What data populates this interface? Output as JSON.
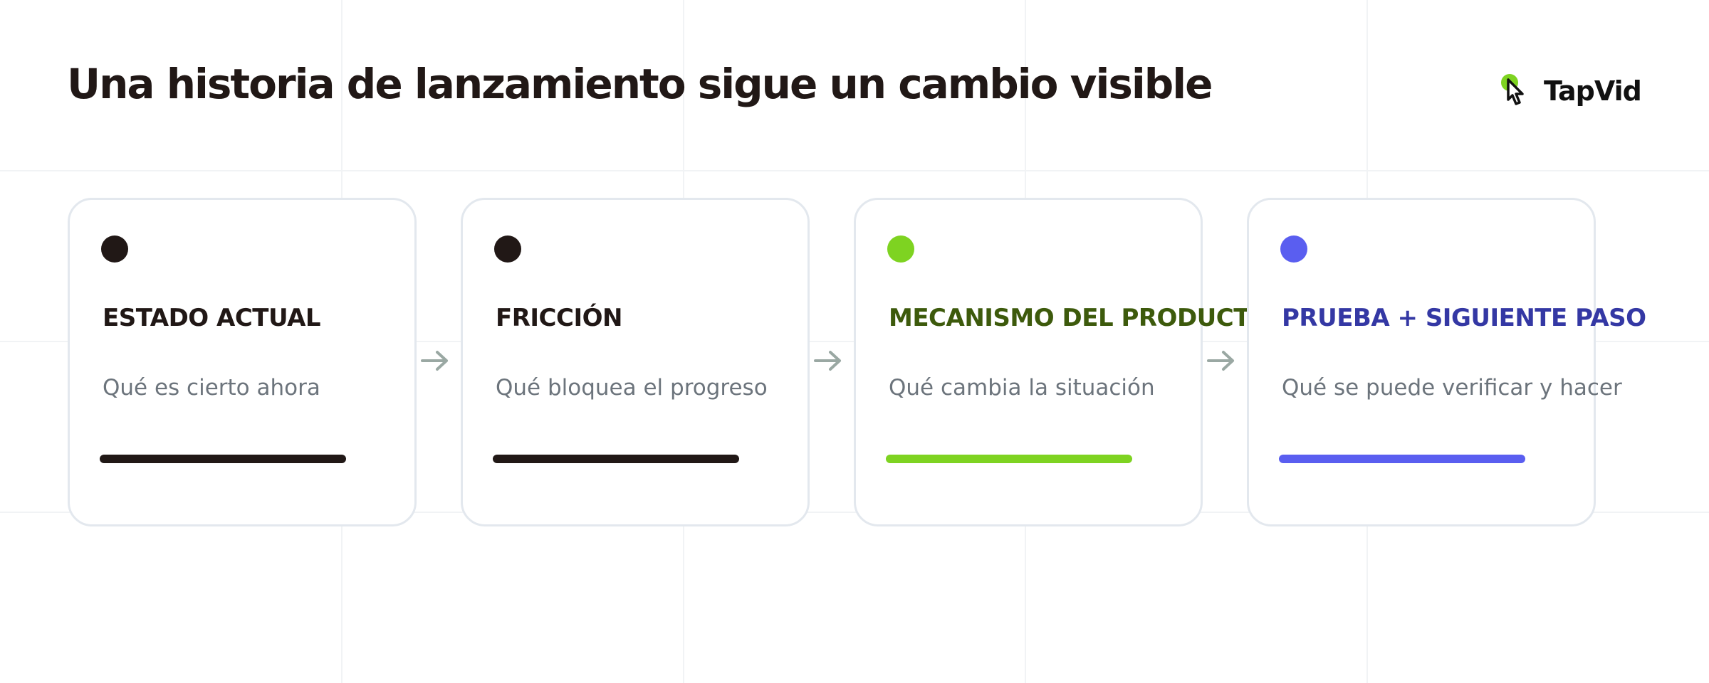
{
  "title": "Una historia de lanzamiento sigue un cambio visible",
  "brand": {
    "name": "TapVid",
    "logo_icon": "pointer-hand-icon",
    "accent": "#7ed321"
  },
  "colors": {
    "dark": "#211816",
    "green": "#7ed321",
    "green_text": "#3d5a0c",
    "indigo": "#5a5ef0",
    "indigo_text": "#3438a4",
    "subtitle": "#6c747c",
    "arrow": "#9aa8a3"
  },
  "steps": [
    {
      "heading": "ESTADO ACTUAL",
      "subtitle": "Qué es cierto ahora",
      "accent": "#211816",
      "heading_color": "#211816"
    },
    {
      "heading": "FRICCIÓN",
      "subtitle": "Qué bloquea el progreso",
      "accent": "#211816",
      "heading_color": "#211816"
    },
    {
      "heading": "MECANISMO DEL PRODUCTO",
      "subtitle": "Qué cambia la situación",
      "accent": "#7ed321",
      "heading_color": "#3d5a0c"
    },
    {
      "heading": "PRUEBA + SIGUIENTE PASO",
      "subtitle": "Qué se puede verificar y hacer",
      "accent": "#5a5ef0",
      "heading_color": "#3438a4"
    }
  ],
  "connector_icon": "arrow-right-icon"
}
